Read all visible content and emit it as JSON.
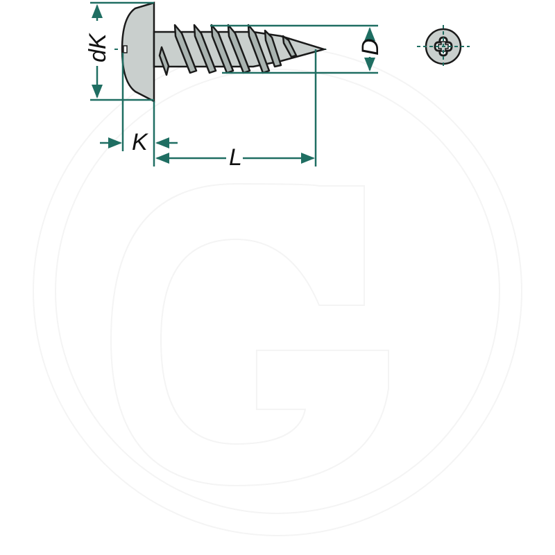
{
  "diagram": {
    "type": "technical-drawing",
    "subject": "pan head phillips self-tapping screw",
    "colors": {
      "dimension": "#1f6e62",
      "outline": "#1a1a1a",
      "fill": "#c9cfcd",
      "background": "#ffffff",
      "watermark": "#f3f3f3"
    },
    "labels": {
      "head_diameter": "dK",
      "head_height": "K",
      "length": "L",
      "thread_diameter": "D"
    },
    "views": {
      "side": "side-view",
      "top": "top-view-phillips-head"
    },
    "watermark": "G"
  }
}
